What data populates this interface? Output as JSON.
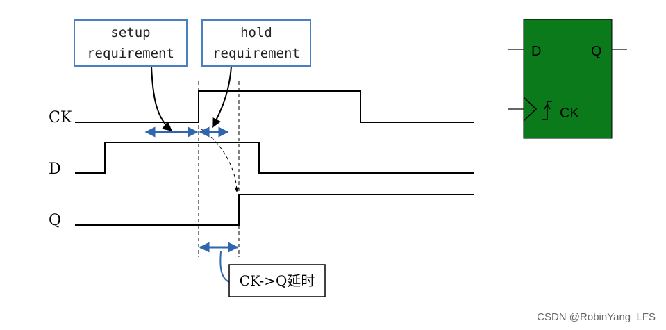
{
  "signals": {
    "ck": "CK",
    "d": "D",
    "q": "Q"
  },
  "annotations": {
    "setup_line1": "setup",
    "setup_line2": "requirement",
    "hold_line1": "hold",
    "hold_line2": "requirement",
    "delay": "CK->Q延时"
  },
  "flipflop": {
    "d_pin": "D",
    "q_pin": "Q",
    "ck_pin": "CK",
    "fill_color": "#0b7a1a"
  },
  "colors": {
    "box_border": "#4a7fc1",
    "arrow": "#2f66ad",
    "waveform": "#000000"
  },
  "watermark": "CSDN @RobinYang_LFS"
}
